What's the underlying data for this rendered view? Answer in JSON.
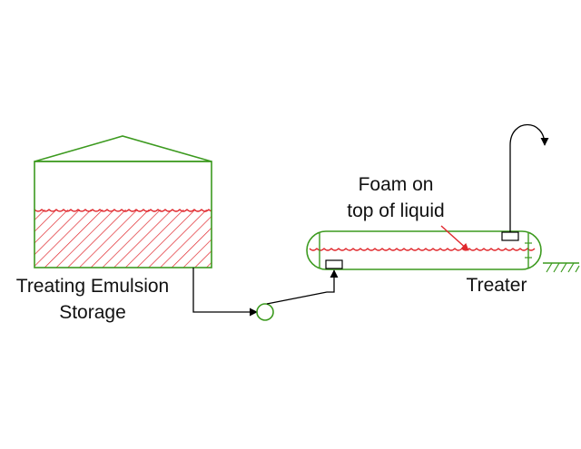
{
  "labels": {
    "storage_line1": "Treating Emulsion",
    "storage_line2": "Storage",
    "foam_line1": "Foam on",
    "foam_line2": "top of liquid",
    "treater": "Treater"
  },
  "colors": {
    "equipment": "#3c9a1f",
    "liquid": "#e0282d",
    "pipe": "#000000",
    "text": "#111111"
  },
  "icons": {
    "pump": "circle-pump-icon",
    "ground": "hatched-ground-icon"
  }
}
